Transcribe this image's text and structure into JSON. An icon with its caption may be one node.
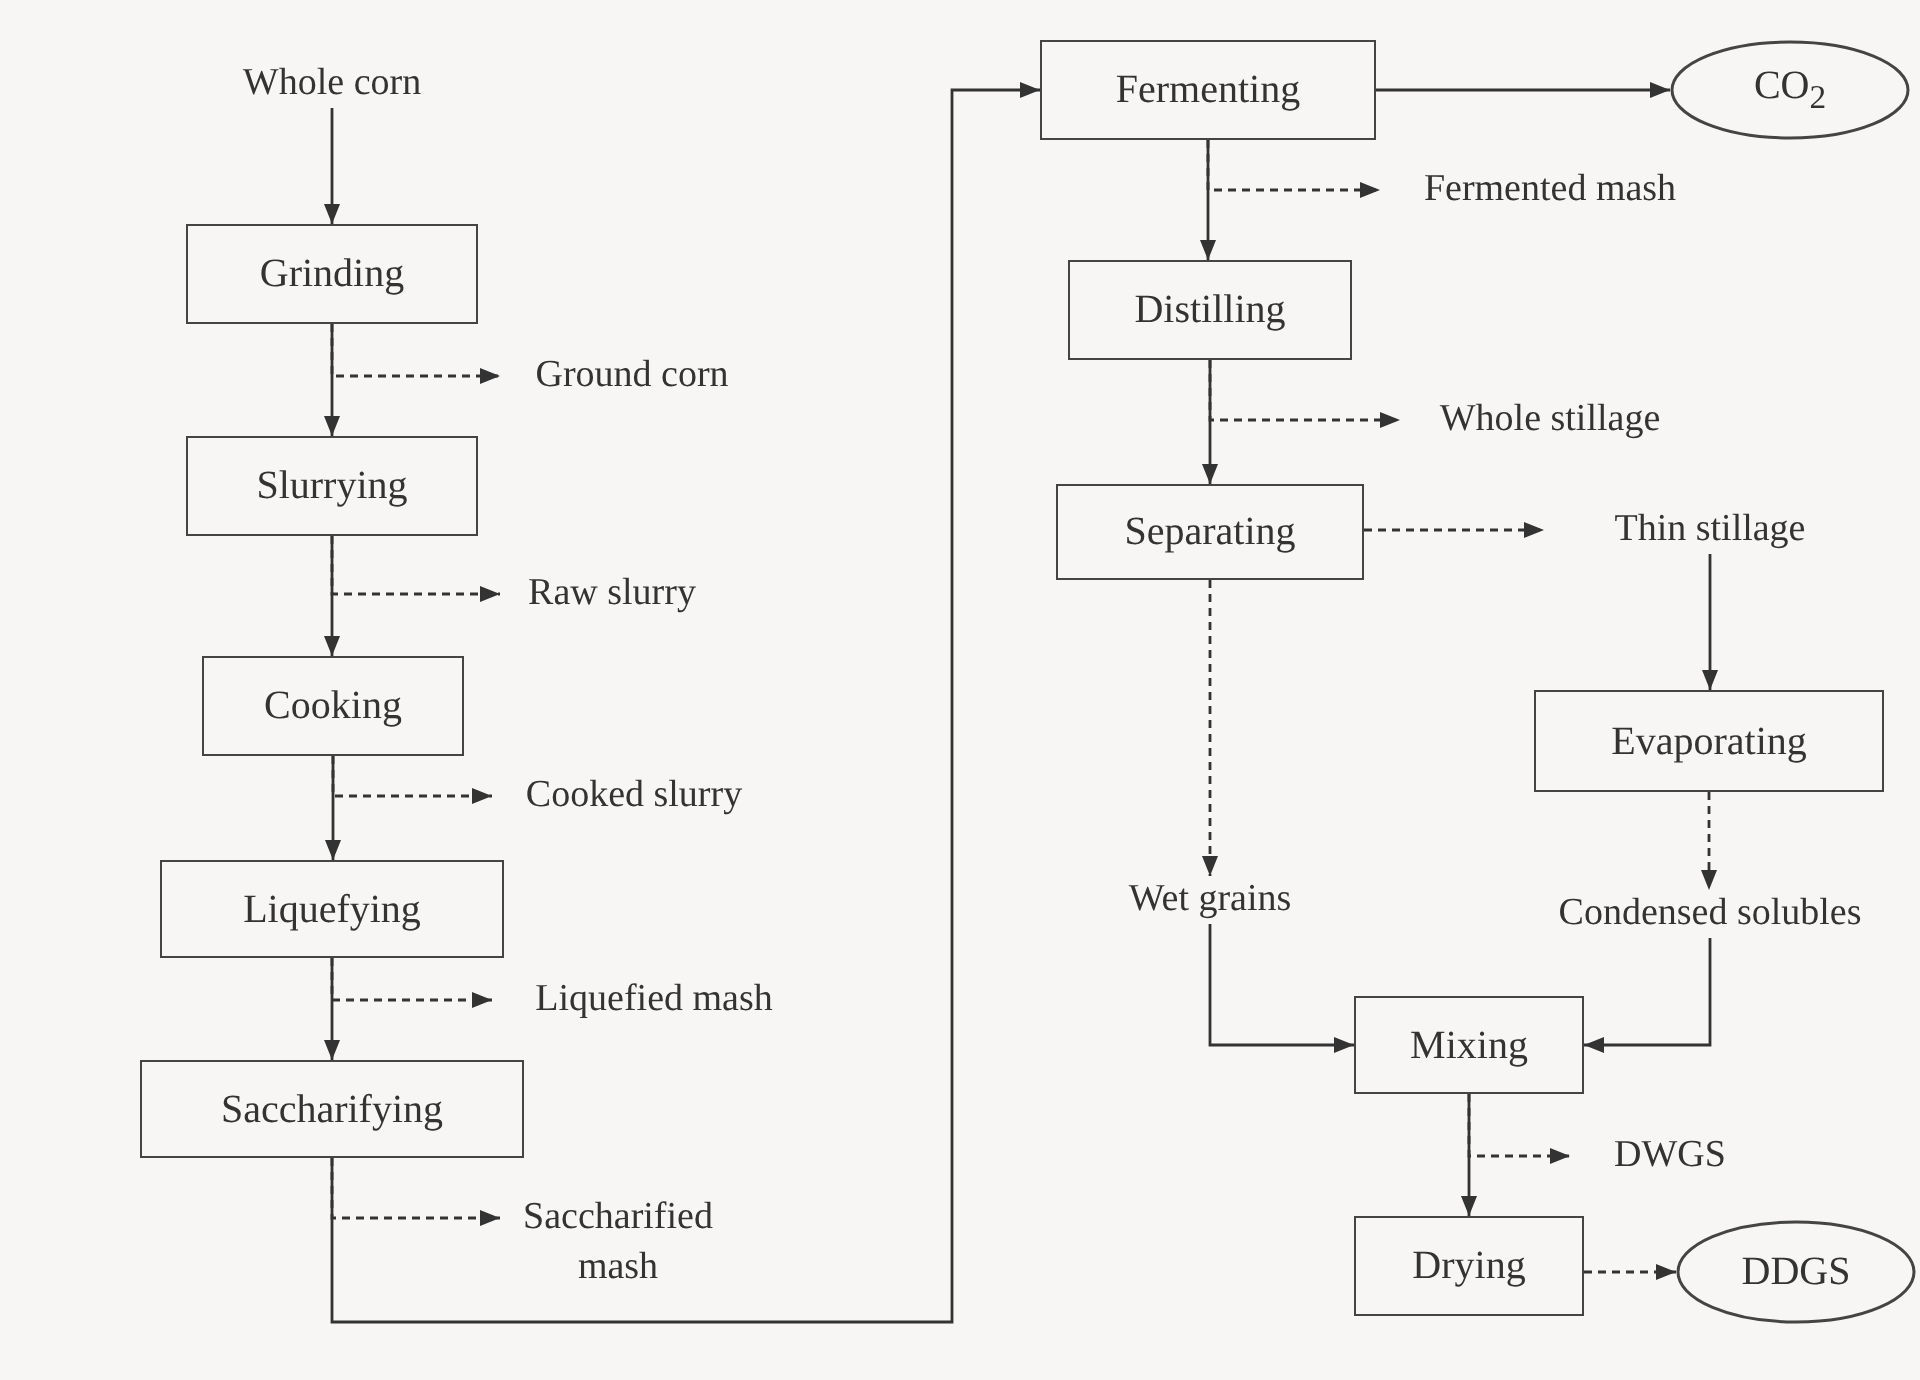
{
  "diagram": {
    "nodes": [
      {
        "text": [
          "Whole corn"
        ]
      },
      {
        "text": [
          "Grinding"
        ]
      },
      {
        "text": [
          "Ground corn"
        ]
      },
      {
        "text": [
          "Slurrying"
        ]
      },
      {
        "text": [
          "Raw slurry"
        ]
      },
      {
        "text": [
          "Cooking"
        ]
      },
      {
        "text": [
          "Cooked slurry"
        ]
      },
      {
        "text": [
          "Liquefying"
        ]
      },
      {
        "text": [
          "Liquefied mash"
        ]
      },
      {
        "text": [
          "Saccharifying"
        ]
      },
      {
        "text": [
          "Saccharified mash"
        ]
      },
      {
        "text": [
          "Fermenting"
        ]
      },
      {
        "text": [
          "CO$_{2}$"
        ]
      },
      {
        "text": [
          "Fermented mash"
        ]
      },
      {
        "text": [
          "Distilling"
        ]
      },
      {
        "text": [
          "Whole stillage"
        ]
      },
      {
        "text": [
          "Separating"
        ]
      },
      {
        "text": [
          "Thin stillage"
        ]
      },
      {
        "text": [
          "Evaporating"
        ]
      },
      {
        "text": [
          "Wet grains"
        ]
      },
      {
        "text": [
          "Condensed solubles"
        ]
      },
      {
        "text": [
          "Mixing"
        ]
      },
      {
        "text": [
          "DWGS"
        ]
      },
      {
        "text": [
          "Drying"
        ]
      },
      {
        "text": [
          "DDGS"
        ]
      }
    ],
    "edges": [
      {
        "from": 0,
        "to": 1,
        "arrow": "to"
      },
      {
        "from": 1,
        "to": 3,
        "arrow": "to"
      },
      {
        "from": 1,
        "to": 2,
        "arrow": "to",
        "style": "dashed"
      },
      {
        "from": 3,
        "to": 5,
        "arrow": "to"
      },
      {
        "from": 3,
        "to": 4,
        "arrow": "to",
        "style": "dashed"
      },
      {
        "from": 5,
        "to": 7,
        "arrow": "to"
      },
      {
        "from": 5,
        "to": 6,
        "arrow": "to",
        "style": "dashed"
      },
      {
        "from": 7,
        "to": 9,
        "arrow": "to"
      },
      {
        "from": 7,
        "to": 8,
        "arrow": "to",
        "style": "dashed"
      },
      {
        "from": 9,
        "to": 11,
        "arrow": "to"
      },
      {
        "from": 9,
        "to": 10,
        "arrow": "to",
        "style": "dashed"
      },
      {
        "from": 11,
        "to": 12,
        "arrow": "to"
      },
      {
        "from": 11,
        "to": 14,
        "arrow": "to"
      },
      {
        "from": 11,
        "to": 13,
        "arrow": "to",
        "style": "dashed"
      },
      {
        "from": 14,
        "to": 16,
        "arrow": "to"
      },
      {
        "from": 14,
        "to": 15,
        "arrow": "to",
        "style": "dashed"
      },
      {
        "from": 16,
        "to": 17,
        "arrow": "to",
        "style": "dashed"
      },
      {
        "from": 17,
        "to": 18,
        "arrow": "to"
      },
      {
        "from": 16,
        "to": 19,
        "arrow": "to",
        "style": "dashed"
      },
      {
        "from": 18,
        "to": 20,
        "arrow": "to",
        "style": "dashed"
      },
      {
        "from": 19,
        "to": 21,
        "arrow": "to"
      },
      {
        "from": 20,
        "to": 21,
        "arrow": "to"
      },
      {
        "from": 21,
        "to": 23,
        "arrow": "to"
      },
      {
        "from": 21,
        "to": 22,
        "arrow": "to",
        "style": "dashed"
      },
      {
        "from": 23,
        "to": 24,
        "arrow": "to",
        "style": "dashed"
      }
    ]
  }
}
